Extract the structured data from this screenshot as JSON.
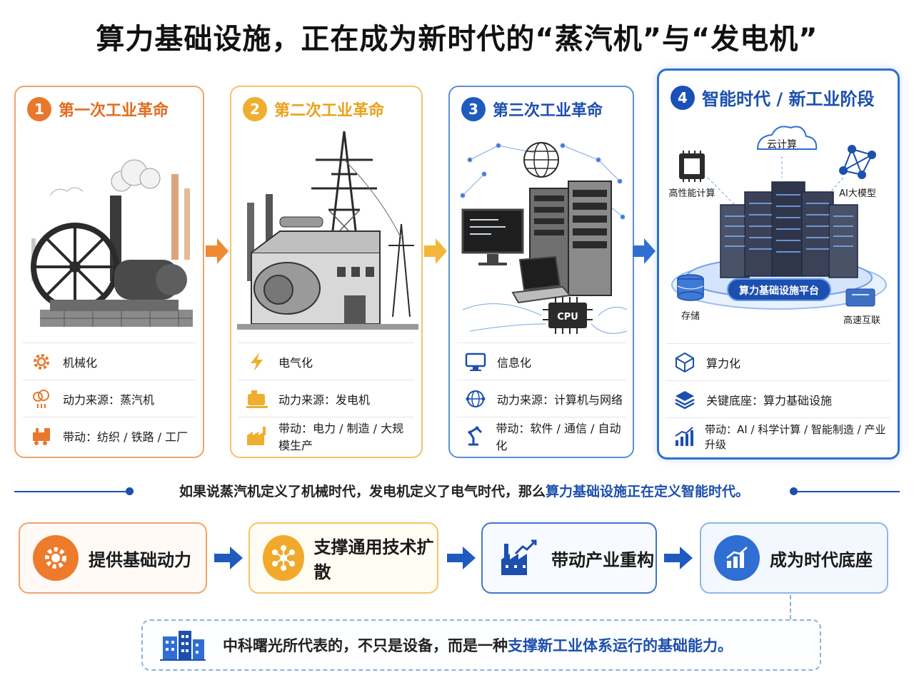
{
  "title": "算力基础设施，正在成为新时代的“蒸汽机”与“发电机”",
  "colors": {
    "orange": "#e8782e",
    "yellow": "#efae2f",
    "blue": "#1c4fae",
    "light_blue": "#8fb6e8"
  },
  "stages": [
    {
      "num": "1",
      "name": "第一次工业革命",
      "illustration": "steam-engine",
      "rows": [
        {
          "icon": "gear-icon",
          "text": "机械化"
        },
        {
          "icon": "steam-cloud-icon",
          "text": "动力来源：蒸汽机"
        },
        {
          "icon": "locomotive-icon",
          "text": "带动：纺织 / 铁路 / 工厂"
        }
      ]
    },
    {
      "num": "2",
      "name": "第二次工业革命",
      "illustration": "power-plant",
      "rows": [
        {
          "icon": "lightning-icon",
          "text": "电气化"
        },
        {
          "icon": "generator-icon",
          "text": "动力来源：发电机"
        },
        {
          "icon": "factory-icon",
          "text": "带动：电力 / 制造 / 大规模生产"
        }
      ]
    },
    {
      "num": "3",
      "name": "第三次工业革命",
      "illustration": "computers-network",
      "cpu_label": "CPU",
      "rows": [
        {
          "icon": "monitor-icon",
          "text": "信息化"
        },
        {
          "icon": "globe-network-icon",
          "text": "动力来源：计算机与网络"
        },
        {
          "icon": "robot-arm-icon",
          "text": "带动：软件 / 通信 / 自动化"
        }
      ]
    },
    {
      "num": "4",
      "name": "智能时代 / 新工业阶段",
      "illustration": "computing-platform",
      "labels": {
        "cloud": "云计算",
        "hpc": "高性能计算",
        "ai": "AI大模型",
        "platform": "算力基础设施平台",
        "storage": "存储",
        "interconnect": "高速互联"
      },
      "rows": [
        {
          "icon": "cube-icon",
          "text": "算力化"
        },
        {
          "icon": "layers-icon",
          "text": "关键底座：算力基础设施"
        },
        {
          "icon": "growth-chart-icon",
          "text": "带动：AI / 科学计算 / 智能制造 / 产业升级"
        }
      ]
    }
  ],
  "quote": {
    "part1": "如果说蒸汽机定义了机械时代，发电机定义了电气时代，那么",
    "highlight": "算力基础设施正在定义智能时代。"
  },
  "flow": [
    {
      "icon": "gear-icon",
      "text": "提供基础动力"
    },
    {
      "icon": "network-nodes-icon",
      "text": "支撑通用技术扩散"
    },
    {
      "icon": "industry-growth-icon",
      "text": "带动产业重构"
    },
    {
      "icon": "bar-chart-icon",
      "text": "成为时代底座"
    }
  ],
  "bottom": {
    "part1": "中科曙光所代表的，不只是设备，而是一种",
    "highlight": "支撑新工业体系运行的基础能力。"
  }
}
